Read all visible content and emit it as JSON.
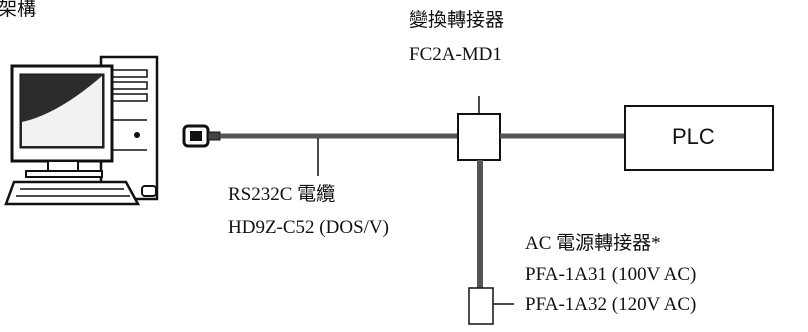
{
  "header": {
    "title_fragment": "架構"
  },
  "adapter": {
    "title": "變換轉接器",
    "model": "FC2A-MD1"
  },
  "plc": {
    "label": "PLC"
  },
  "cable": {
    "title": "RS232C  電纜",
    "model": "HD9Z-C52 (DOS/V)"
  },
  "power_adapter": {
    "title": "AC 電源轉接器*",
    "model_1": "PFA-1A31 (100V AC)",
    "model_2": "PFA-1A32 (120V AC)"
  },
  "icons": {
    "computer": "desktop-computer-icon",
    "connector": "db9-connector-icon"
  },
  "colors": {
    "line": "#111111",
    "cable_gray": "#555555",
    "screen_light": "#f2f2f2"
  }
}
